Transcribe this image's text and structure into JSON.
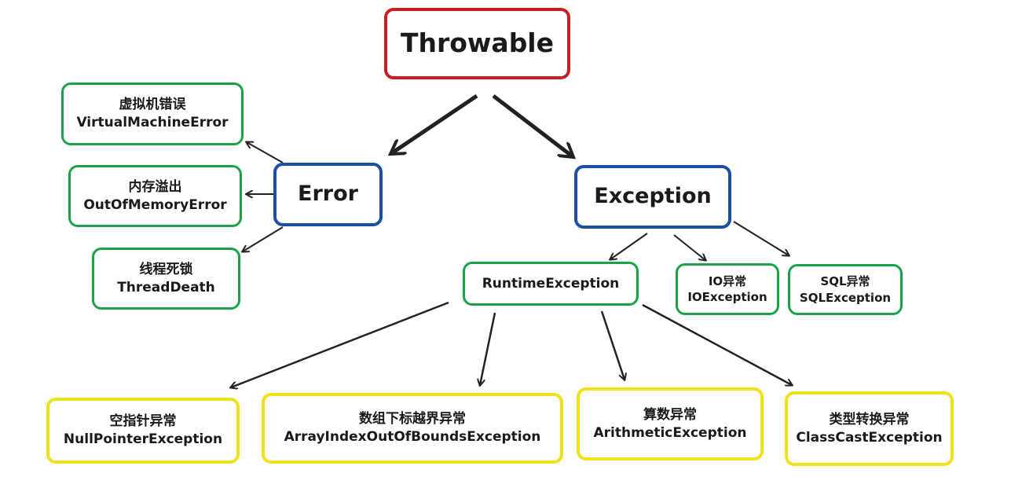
{
  "root": {
    "label": "Throwable",
    "color": "#cc1c24"
  },
  "branches": {
    "error": {
      "label": "Error",
      "color": "#1a4fa2"
    },
    "exception": {
      "label": "Exception",
      "color": "#1a4fa2"
    }
  },
  "error_children": [
    {
      "cn": "虚拟机错误",
      "en": "VirtualMachineError"
    },
    {
      "cn": "内存溢出",
      "en": "OutOfMemoryError"
    },
    {
      "cn": "线程死锁",
      "en": "ThreadDeath"
    }
  ],
  "exception_children": {
    "runtime": {
      "label": "RuntimeException"
    },
    "io": {
      "cn": "IO异常",
      "en": "IOException"
    },
    "sql": {
      "cn": "SQL异常",
      "en": "SQLException"
    }
  },
  "runtime_children": [
    {
      "cn": "空指针异常",
      "en": "NullPointerException"
    },
    {
      "cn": "数组下标越界异常",
      "en": "ArrayIndexOutOfBoundsException"
    },
    {
      "cn": "算数异常",
      "en": "ArithmeticException"
    },
    {
      "cn": "类型转换异常",
      "en": "ClassCastException"
    }
  ],
  "colors": {
    "root_border": "#cc1c24",
    "branch_border": "#1a4fa2",
    "leaf_border": "#1aa24a",
    "runtime_leaf_border": "#f0e21a",
    "arrow": "#222222"
  }
}
